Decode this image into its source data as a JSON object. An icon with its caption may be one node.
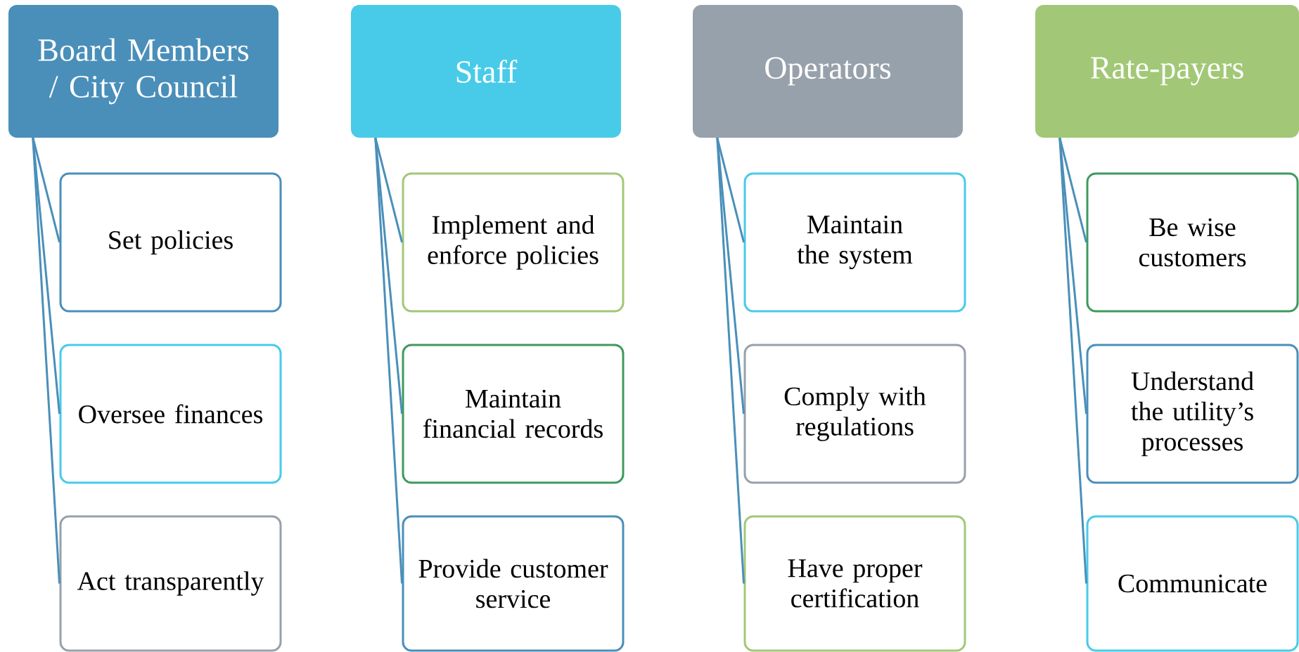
{
  "diagram": {
    "nodes": [
      {
        "text": [
          "Board Members / City Council"
        ]
      },
      {
        "text": [
          "Set policies"
        ]
      },
      {
        "text": [
          "Oversee finances"
        ]
      },
      {
        "text": [
          "Act transparently"
        ]
      },
      {
        "text": [
          "Staff"
        ]
      },
      {
        "text": [
          "Implement and enforce policies"
        ]
      },
      {
        "text": [
          "Maintain financial records"
        ]
      },
      {
        "text": [
          "Provide customer service"
        ]
      },
      {
        "text": [
          "Operators"
        ]
      },
      {
        "text": [
          "Maintain the system"
        ]
      },
      {
        "text": [
          "Comply with regulations"
        ]
      },
      {
        "text": [
          "Have proper certification"
        ]
      },
      {
        "text": [
          "Rate-payers"
        ]
      },
      {
        "text": [
          "Be wise customers"
        ]
      },
      {
        "text": [
          "Understand the utility’s processes"
        ]
      },
      {
        "text": [
          "Communicate"
        ]
      }
    ],
    "edges": [
      {
        "from": 0,
        "to": 1,
        "arrow": "none"
      },
      {
        "from": 0,
        "to": 2,
        "arrow": "none"
      },
      {
        "from": 0,
        "to": 3,
        "arrow": "none"
      },
      {
        "from": 4,
        "to": 5,
        "arrow": "none"
      },
      {
        "from": 4,
        "to": 6,
        "arrow": "none"
      },
      {
        "from": 4,
        "to": 7,
        "arrow": "none"
      },
      {
        "from": 8,
        "to": 9,
        "arrow": "none"
      },
      {
        "from": 8,
        "to": 10,
        "arrow": "none"
      },
      {
        "from": 8,
        "to": 11,
        "arrow": "none"
      },
      {
        "from": 12,
        "to": 13,
        "arrow": "none"
      },
      {
        "from": 12,
        "to": 14,
        "arrow": "none"
      },
      {
        "from": 12,
        "to": 15,
        "arrow": "none"
      }
    ]
  }
}
